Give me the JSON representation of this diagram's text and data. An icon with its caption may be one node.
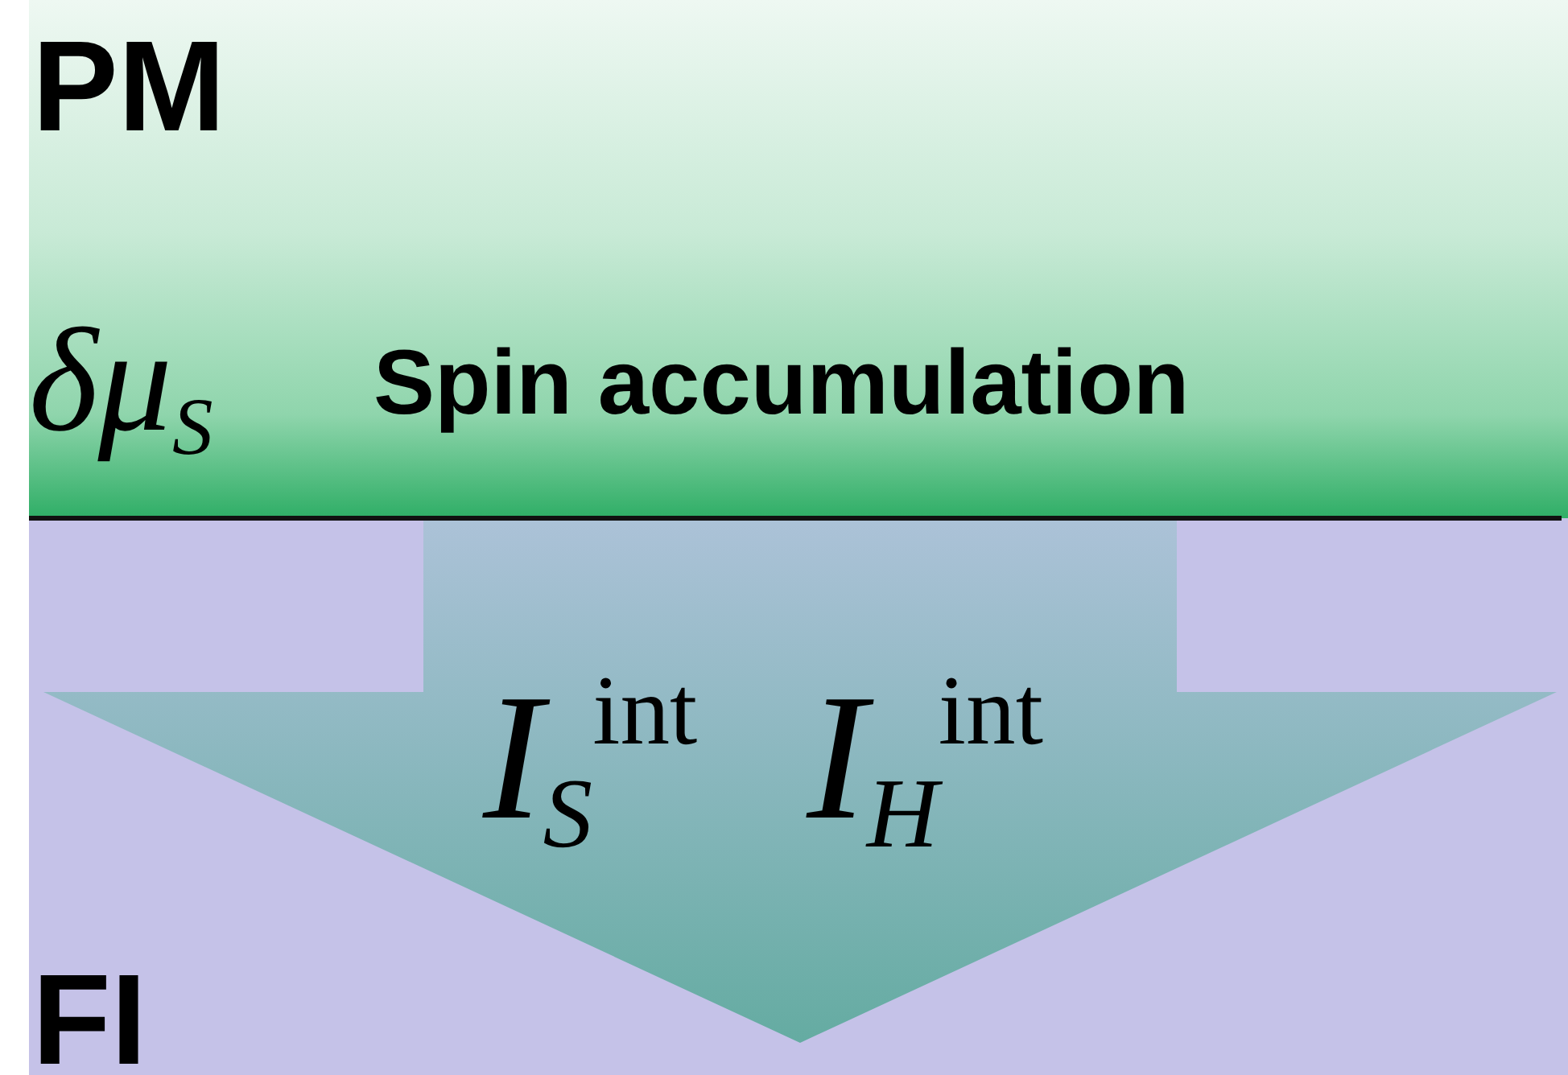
{
  "diagram": {
    "nodes": [
      {
        "text": [
          "PM",
          "δμ$_{S}$",
          "Spin accumulation"
        ]
      },
      {
        "text": [
          "FI"
        ]
      }
    ],
    "edges": [
      {
        "from": 0,
        "to": 1,
        "arrow": "to",
        "style": "thick",
        "label": "I$_{S}$$^{int}$ I$_{H}$$^{int}$"
      }
    ]
  }
}
